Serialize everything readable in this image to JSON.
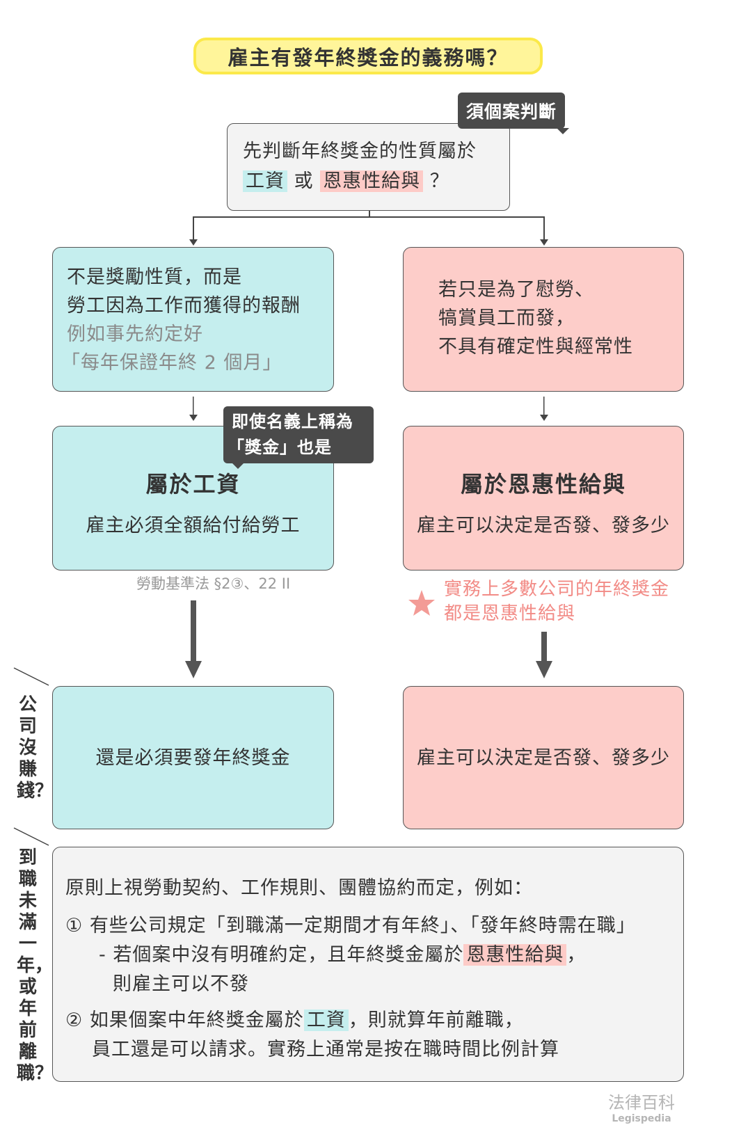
{
  "title": "雇主有發年終獎金的義務嗎？",
  "question": {
    "tag": "須個案判斷",
    "line1": "先判斷年終獎金的性質屬於",
    "opt1": "工資",
    "or": "或",
    "opt2": "恩惠性給與",
    "end": "？"
  },
  "left": {
    "desc": [
      "不是獎勵性質，而是",
      "勞工因為工作而獲得的報酬"
    ],
    "example": [
      "例如事先約定好",
      "「每年保證年終 2 個月」"
    ],
    "tooltip": [
      "即使名義上稱為",
      "「獎金」也是"
    ],
    "result_title": "屬於工資",
    "result_text": "雇主必須全額給付給勞工",
    "citation": "勞動基準法 §2③、22 II",
    "no_profit": "還是必須要發年終獎金"
  },
  "right": {
    "desc": [
      "若只是為了慰勞、",
      "犒賞員工而發，",
      "不具有確定性與經常性"
    ],
    "result_title": "屬於恩惠性給與",
    "result_text": "雇主可以決定是否發、發多少",
    "note": [
      "實務上多數公司的年終獎金",
      "都是恩惠性給與"
    ],
    "no_profit": "雇主可以決定是否發、發多少"
  },
  "side_labels": {
    "no_profit": "公司沒賺錢？",
    "leave": "到職未滿一年，或年前離職？"
  },
  "bottom": {
    "intro": "原則上視勞動契約、工作規則、團體協約而定，例如：",
    "item1": {
      "num": "①",
      "text": "有些公司規定「到職滿一定期間才有年終」、「發年終時需在職」",
      "sub_pre": "- 若個案中沒有明確約定，且年終獎金屬於",
      "sub_hl": "恩惠性給與",
      "sub_post": "，",
      "sub2": "則雇主可以不發"
    },
    "item2": {
      "num": "②",
      "pre": "如果個案中年終獎金屬於",
      "hl": "工資",
      "post": "，則就算年前離職，",
      "line2": "員工還是可以請求。實務上通常是按在職時間比例計算"
    }
  },
  "watermark": {
    "cn": "法律百科",
    "en": "Legispedia"
  },
  "colors": {
    "blue": "#c5eeee",
    "red": "#fdcdc9",
    "accent_red": "#f28b86",
    "title_yellow": "#fff59a"
  }
}
